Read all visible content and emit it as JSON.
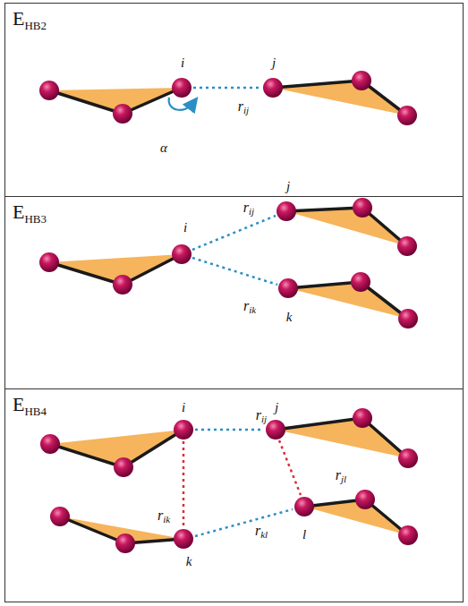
{
  "diagram": {
    "nodes": [
      {
        "text": [
          "EHB2"
        ]
      },
      {
        "text": [
          "EHB3"
        ]
      },
      {
        "text": [
          "EHB4"
        ]
      }
    ],
    "labels": [
      "i",
      "j",
      "rij",
      "α",
      "i",
      "j",
      "k",
      "rij",
      "rik",
      "i",
      "j",
      "k",
      "l",
      "rij",
      "rik",
      "rjl",
      "rkl"
    ]
  }
}
